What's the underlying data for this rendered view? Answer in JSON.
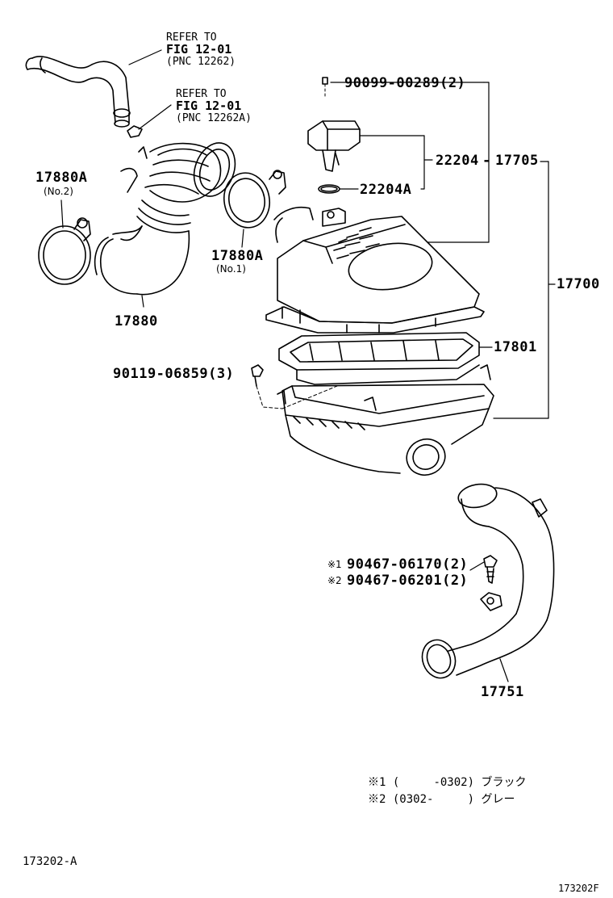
{
  "references": [
    {
      "line1": "REFER TO",
      "line2": "FIG 12-01",
      "line3": "(PNC 12262)"
    },
    {
      "line1": "REFER TO",
      "line2": "FIG 12-01",
      "line3": "(PNC 12262A)"
    }
  ],
  "parts": {
    "p17880A_no2": "17880A",
    "p17880A_no2_sub": "(No.2)",
    "p17880A_no1": "17880A",
    "p17880A_no1_sub": "(No.1)",
    "p17880": "17880",
    "p90099": "90099-00289(2)",
    "p22204": "22204",
    "p22204A": "22204A",
    "p17705": "17705",
    "p17700": "17700",
    "p17801": "17801",
    "p90119": "90119-06859(3)",
    "p90467_1_mark": "※1",
    "p90467_1": "90467-06170(2)",
    "p90467_2_mark": "※2",
    "p90467_2": "90467-06201(2)",
    "p17751": "17751"
  },
  "notes": {
    "n1_mark": "※1",
    "n1_text": "(     -0302) ブラック",
    "n2_mark": "※2",
    "n2_text": "(0302-     ) グレー"
  },
  "footer": {
    "left_code": "173202-A",
    "right_code": "173202F"
  }
}
